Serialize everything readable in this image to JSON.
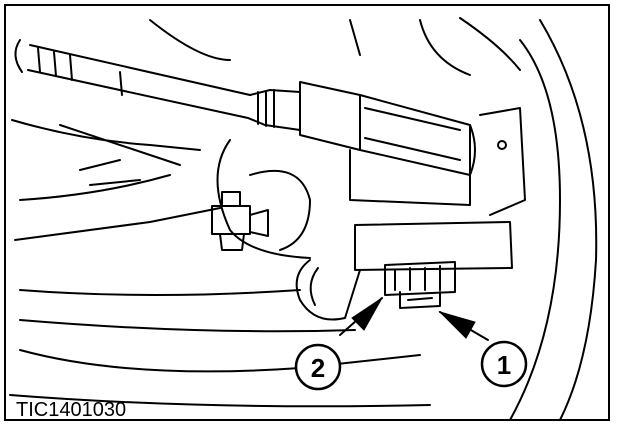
{
  "figure": {
    "caption": "TIC1401030",
    "colors": {
      "ink": "#000000",
      "paper": "#ffffff"
    },
    "callouts": [
      {
        "id": "callout-1",
        "label": "1"
      },
      {
        "id": "callout-2",
        "label": "2"
      }
    ]
  }
}
